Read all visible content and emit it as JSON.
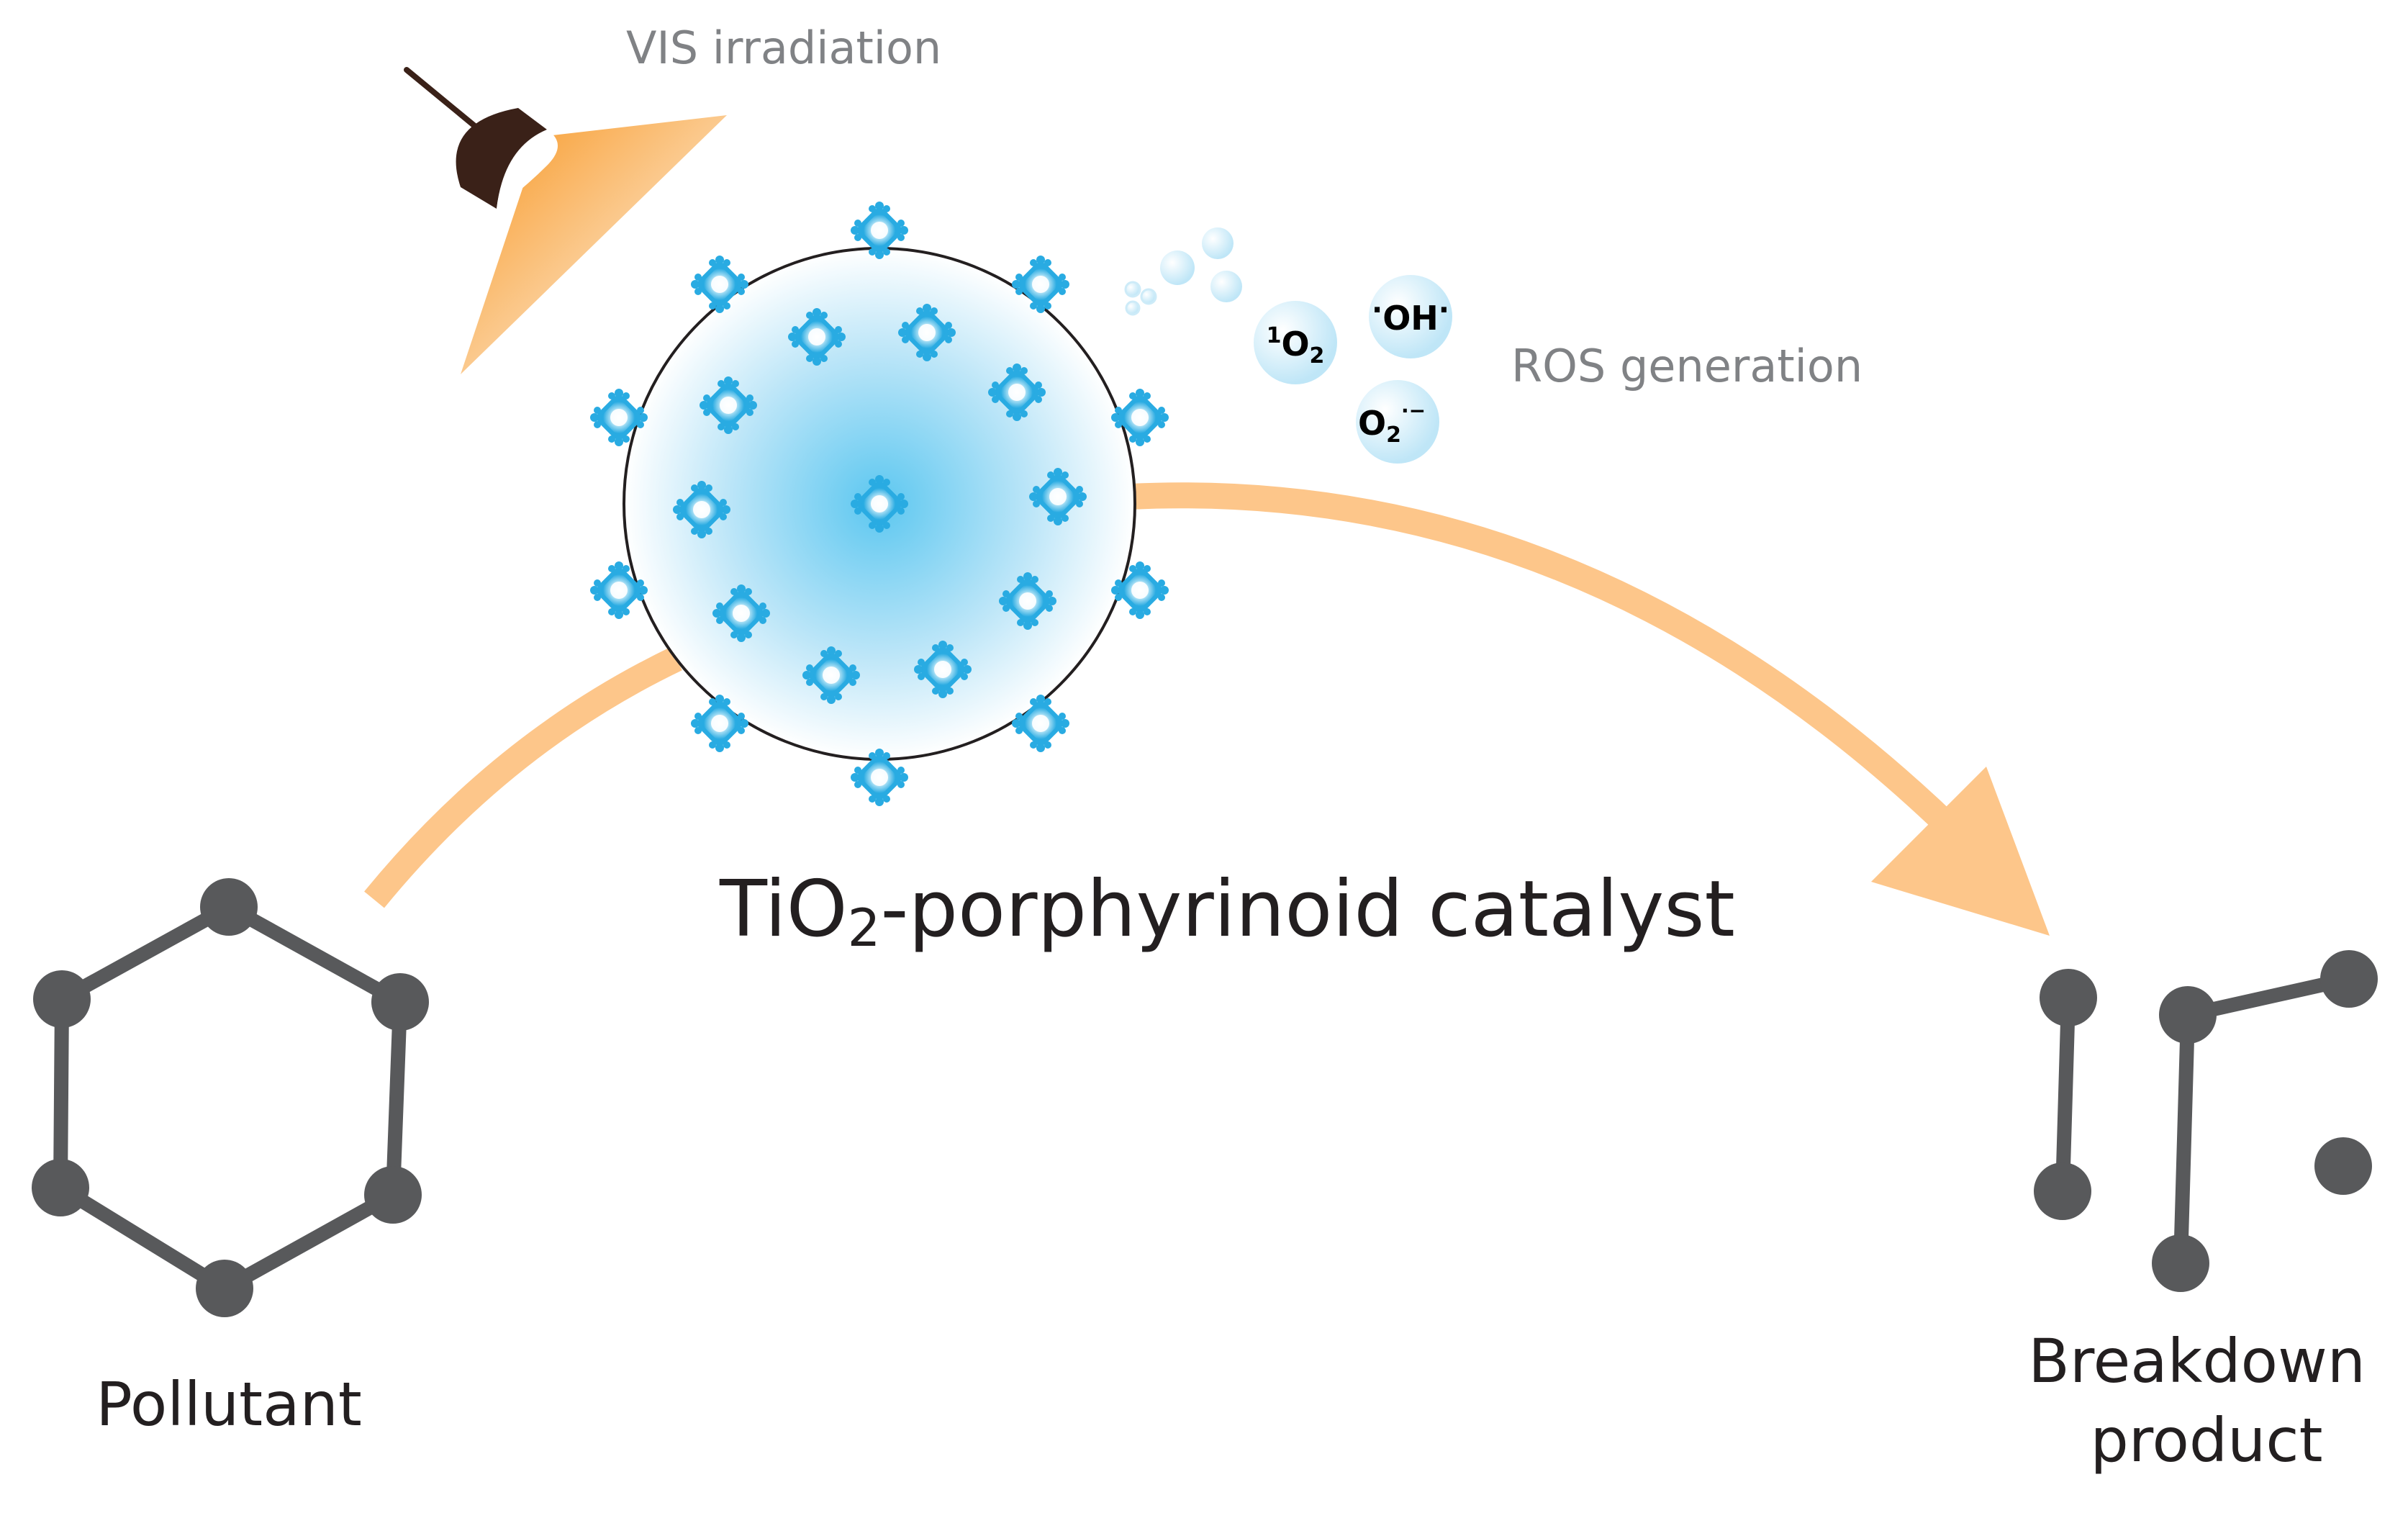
{
  "labels": {
    "vis_irradiation": "VIS irradiation",
    "ros_generation": "ROS generation",
    "catalyst_main": "TiO",
    "catalyst_sub": "2",
    "catalyst_rest": "-porphyrinoid catalyst",
    "pollutant": "Pollutant",
    "breakdown_line1": "Breakdown",
    "breakdown_line2": "product"
  },
  "ros_species": {
    "singlet_oxygen": {
      "sup": "1",
      "base": "O",
      "sub": "2"
    },
    "hydroxyl": {
      "pre": "·",
      "base": "OH",
      "post": "·"
    },
    "superoxide": {
      "base": "O",
      "sub": "2",
      "sup": "·−"
    }
  },
  "colors": {
    "arrow": "#FDC68A",
    "lamp_shade": "#3A2118",
    "light_beam": "#F7941D",
    "molecule": "#58595B",
    "porphyrin": "#29ABE2",
    "particle_center": "#5CC7F0",
    "label_gray": "#808285",
    "text_dark": "#231F20",
    "bubble": "#CDEBF8"
  }
}
